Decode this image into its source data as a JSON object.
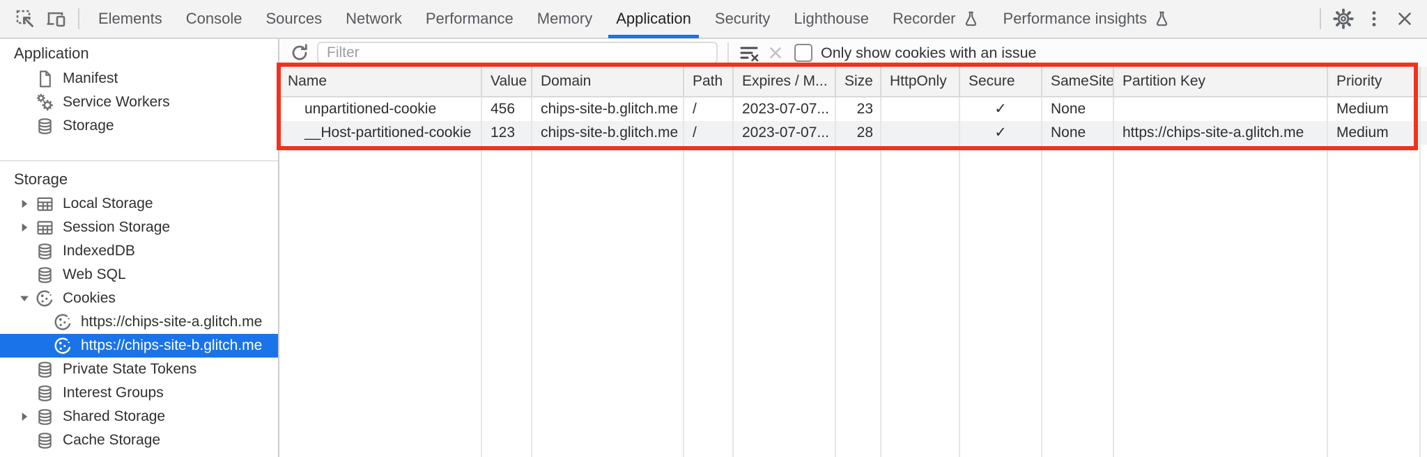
{
  "tabbar": {
    "tabs": [
      "Elements",
      "Console",
      "Sources",
      "Network",
      "Performance",
      "Memory",
      "Application",
      "Security",
      "Lighthouse",
      "Recorder",
      "Performance insights"
    ],
    "active_tab": "Application"
  },
  "sidebar": {
    "sections": [
      {
        "title": "Application",
        "items": [
          {
            "label": "Manifest",
            "icon": "document-icon"
          },
          {
            "label": "Service Workers",
            "icon": "gears-icon"
          },
          {
            "label": "Storage",
            "icon": "database-icon"
          }
        ]
      },
      {
        "title": "Storage",
        "items": [
          {
            "label": "Local Storage",
            "icon": "table-icon",
            "expandable": true,
            "expanded": false
          },
          {
            "label": "Session Storage",
            "icon": "table-icon",
            "expandable": true,
            "expanded": false
          },
          {
            "label": "IndexedDB",
            "icon": "database-icon"
          },
          {
            "label": "Web SQL",
            "icon": "database-icon"
          },
          {
            "label": "Cookies",
            "icon": "cookie-icon",
            "expandable": true,
            "expanded": true
          },
          {
            "label": "https://chips-site-a.glitch.me",
            "icon": "cookie-icon",
            "child": true
          },
          {
            "label": "https://chips-site-b.glitch.me",
            "icon": "cookie-icon",
            "child": true,
            "selected": true
          },
          {
            "label": "Private State Tokens",
            "icon": "database-icon"
          },
          {
            "label": "Interest Groups",
            "icon": "database-icon"
          },
          {
            "label": "Shared Storage",
            "icon": "database-icon",
            "expandable": true,
            "expanded": false
          },
          {
            "label": "Cache Storage",
            "icon": "database-icon"
          }
        ]
      }
    ]
  },
  "cookies_panel": {
    "filter_placeholder": "Filter",
    "issue_filter_label": "Only show cookies with an issue",
    "issue_filter_checked": false,
    "table": {
      "columns": [
        "Name",
        "Value",
        "Domain",
        "Path",
        "Expires / M...",
        "Size",
        "HttpOnly",
        "Secure",
        "SameSite",
        "Partition Key",
        "Priority"
      ],
      "rows": [
        [
          "unpartitioned-cookie",
          "456",
          "chips-site-b.glitch.me",
          "/",
          "2023-07-07...",
          "23",
          "",
          "✓",
          "None",
          "",
          "Medium"
        ],
        [
          "__Host-partitioned-cookie",
          "123",
          "chips-site-b.glitch.me",
          "/",
          "2023-07-07...",
          "28",
          "",
          "✓",
          "None",
          "https://chips-site-a.glitch.me",
          "Medium"
        ]
      ]
    }
  },
  "icons": {
    "inspect-icon": "dashed box with cursor arrow",
    "device-toolbar-icon": "laptop and phone",
    "flask-icon": "experiment beaker",
    "gear-icon": "settings gear",
    "kebab-menu-icon": "vertical three dots",
    "close-icon": "✕",
    "refresh-icon": "↻",
    "clear-filter-icon": "filter lines with x",
    "clear-icon": "✕",
    "checkbox": "unchecked",
    "triangle-collapsed": "▶",
    "triangle-expanded": "▼"
  },
  "colors": {
    "accent_blue": "#1a73e8",
    "selection_bg": "#1a73e8",
    "highlight_box_red": "#f3311d",
    "toolbar_bg": "#f3f3f3",
    "header_row_bg": "#f3f3f4",
    "row_stripe": "#f1f2f4"
  }
}
